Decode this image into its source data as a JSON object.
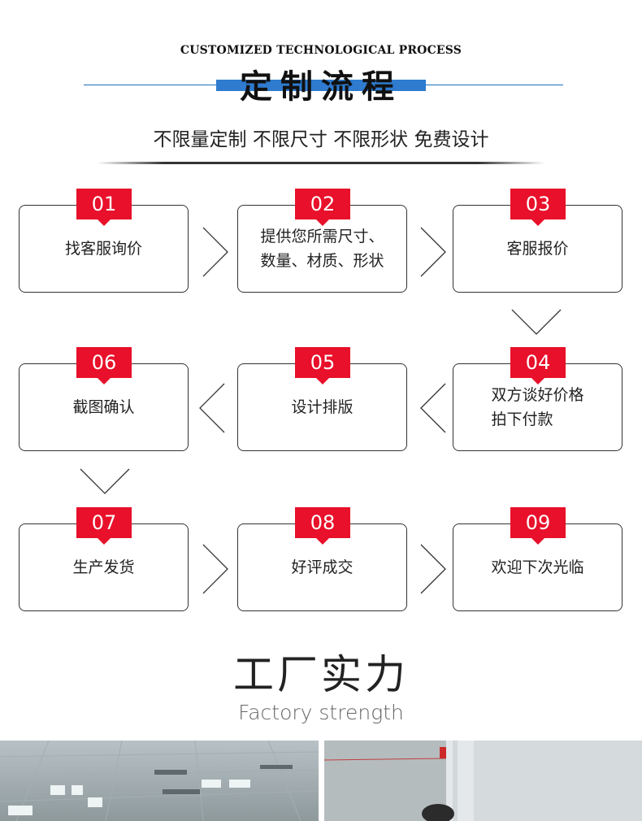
{
  "header": {
    "subtitle_en": "CUSTOMIZED TECHNOLOGICAL PROCESS",
    "title_zh": "定制流程",
    "tagline": "不限量定制 不限尺寸 不限形状 免费设计"
  },
  "steps": [
    {
      "num": "01",
      "text": "找客服询价"
    },
    {
      "num": "02",
      "text": "提供您所需尺寸、\n数量、材质、形状"
    },
    {
      "num": "03",
      "text": "客服报价"
    },
    {
      "num": "04",
      "text": "双方谈好价格\n拍下付款"
    },
    {
      "num": "05",
      "text": "设计排版"
    },
    {
      "num": "06",
      "text": "截图确认"
    },
    {
      "num": "07",
      "text": "生产发货"
    },
    {
      "num": "08",
      "text": "好评成交"
    },
    {
      "num": "09",
      "text": "欢迎下次光临"
    }
  ],
  "factory": {
    "title_zh": "工厂实力",
    "title_en": "Factory strength"
  },
  "colors": {
    "badge_red": "#e8102a",
    "accent_blue": "#2e7bcf"
  }
}
